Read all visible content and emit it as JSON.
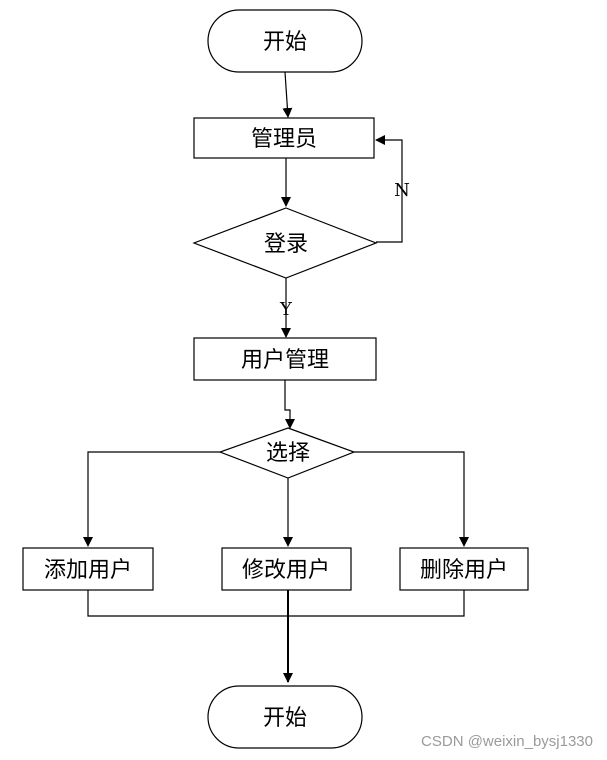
{
  "nodes": {
    "start": "开始",
    "admin": "管理员",
    "login": "登录",
    "user_management": "用户管理",
    "choose": "选择",
    "add_user": "添加用户",
    "edit_user": "修改用户",
    "delete_user": "删除用户",
    "end": "开始"
  },
  "edge_labels": {
    "no": "N",
    "yes": "Y"
  },
  "watermark": "CSDN @weixin_bysj1330"
}
